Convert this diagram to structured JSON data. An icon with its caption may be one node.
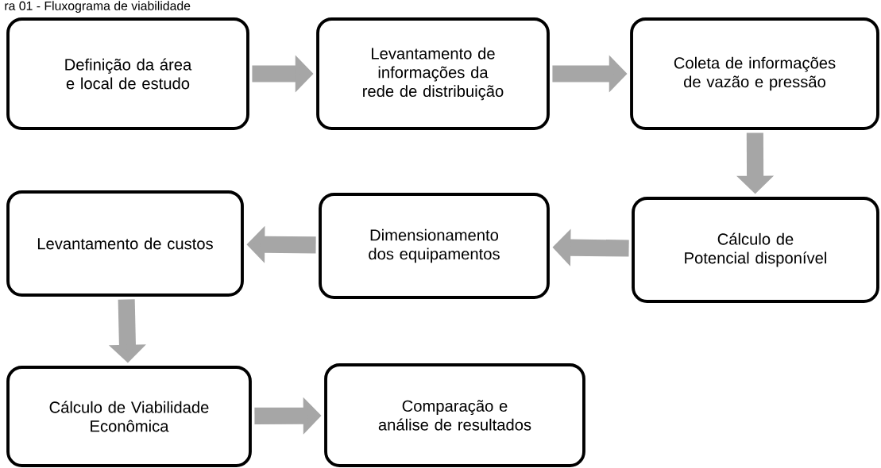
{
  "diagram": {
    "title": "ra 01 - Fluxograma de viabilidade",
    "nodes": [
      {
        "text": [
          "Definição da área e local de estudo"
        ]
      },
      {
        "text": [
          "Levantamento de informações da rede de distribuição"
        ]
      },
      {
        "text": [
          "Coleta de informações de vazão e pressão"
        ]
      },
      {
        "text": [
          "Cálculo de Potencial disponível"
        ]
      },
      {
        "text": [
          "Dimensionamento dos equipamentos"
        ]
      },
      {
        "text": [
          "Levantamento de custos"
        ]
      },
      {
        "text": [
          "Cálculo de Viabilidade Econômica"
        ]
      },
      {
        "text": [
          "Comparação e análise de resultados"
        ]
      }
    ],
    "edges": [
      {
        "from": 0,
        "to": 1,
        "arrow": "to"
      },
      {
        "from": 1,
        "to": 2,
        "arrow": "to"
      },
      {
        "from": 2,
        "to": 3,
        "arrow": "to"
      },
      {
        "from": 3,
        "to": 4,
        "arrow": "to"
      },
      {
        "from": 4,
        "to": 5,
        "arrow": "to"
      },
      {
        "from": 5,
        "to": 6,
        "arrow": "to"
      },
      {
        "from": 6,
        "to": 7,
        "arrow": "to"
      }
    ]
  }
}
